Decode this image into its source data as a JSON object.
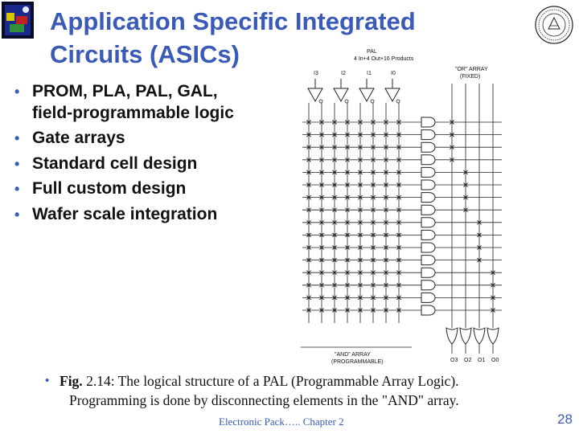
{
  "slide": {
    "title_line1": "Application Specific Integrated",
    "title_line2": "Circuits (ASICs)",
    "bullets": [
      {
        "line1": "PROM, PLA, PAL, GAL,",
        "line2": "field-programmable logic"
      },
      {
        "line1": "Gate arrays"
      },
      {
        "line1": "Standard cell design"
      },
      {
        "line1": "Full custom design"
      },
      {
        "line1": "Wafer scale integration"
      }
    ],
    "caption_bold": "Fig.",
    "caption_rest": " 2.14: The logical structure of a PAL (Programmable Array Logic).",
    "caption_line2": "Programming is done by disconnecting elements in the \"AND\" array.",
    "footer": "Electronic Pack….. Chapter 2",
    "page_number": "28"
  },
  "diagram": {
    "title_line1": "PAL",
    "title_line2": "4 In+4 Out+16 Products",
    "inputs": [
      "I3",
      "I2",
      "I1",
      "I0"
    ],
    "or_array_line1": "\"OR\" ARRAY",
    "or_array_line2": "(FIXED)",
    "and_array_line1": "\"AND\" ARRAY",
    "and_array_line2": "(PROGRAMMABLE)",
    "outputs": [
      "O3",
      "O2",
      "O1",
      "O0"
    ],
    "product_terms": 16,
    "input_columns": 8
  },
  "colors": {
    "title": "#3a5ab8",
    "bullet": "#3a5ab8",
    "text": "#111111"
  },
  "icons": {
    "left_logo": "university-crest-icon",
    "right_logo": "university-seal-icon"
  }
}
